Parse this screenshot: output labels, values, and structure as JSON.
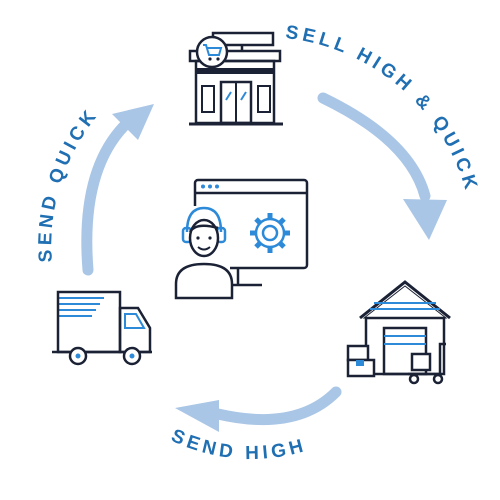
{
  "labels": {
    "sell": "SELL HIGH & QUICK",
    "send_high": "SEND HIGH",
    "send_quick": "SEND QUICK"
  },
  "icons": {
    "store": "storefront-cart-icon",
    "warehouse": "warehouse-icon",
    "truck": "delivery-truck-icon",
    "agent": "support-agent-settings-icon"
  },
  "colors": {
    "dark": "#1b2235",
    "accent": "#2d8ad8",
    "arrow": "#a9c6e6",
    "text": "#1f6fb2"
  }
}
